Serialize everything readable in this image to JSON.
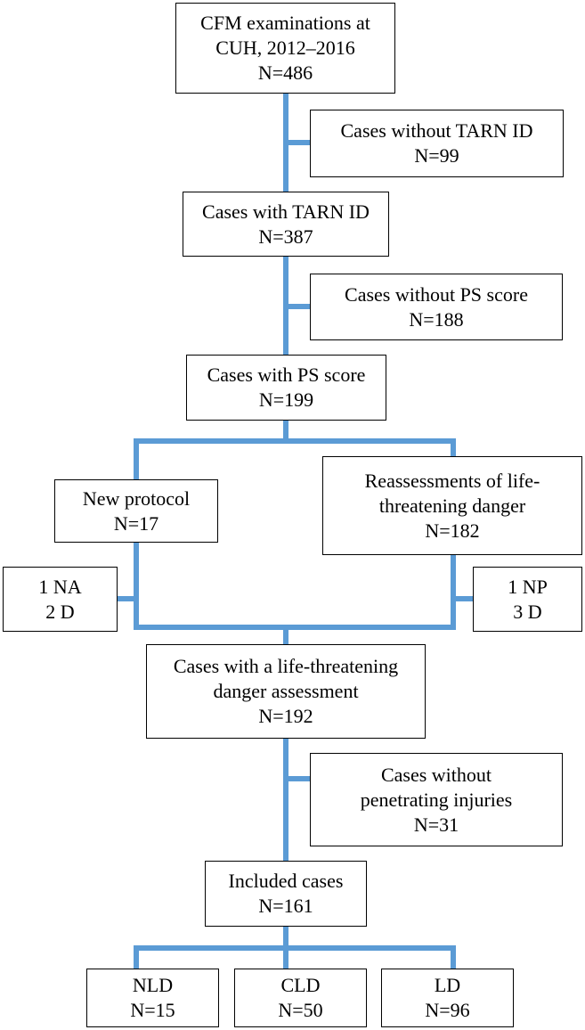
{
  "colors": {
    "connector": "#5b9bd5",
    "border": "#000000",
    "text": "#000000"
  },
  "boxes": {
    "cfm": {
      "lines": [
        "CFM examinations at",
        "CUH, 2012–2016",
        "N=486"
      ]
    },
    "no_tarn": {
      "lines": [
        "Cases without TARN ID",
        "N=99"
      ]
    },
    "tarn": {
      "lines": [
        "Cases with TARN ID",
        "N=387"
      ]
    },
    "no_ps": {
      "lines": [
        "Cases without PS score",
        "N=188"
      ]
    },
    "ps": {
      "lines": [
        "Cases with PS score",
        "N=199"
      ]
    },
    "new_protocol": {
      "lines": [
        "New protocol",
        "N=17"
      ]
    },
    "reassess": {
      "lines": [
        "Reassessments of life-",
        "threatening danger",
        "N=182"
      ]
    },
    "left_excl": {
      "lines": [
        "1 NA",
        "2 D"
      ]
    },
    "right_excl": {
      "lines": [
        "1 NP",
        "3 D"
      ]
    },
    "ltd": {
      "lines": [
        "Cases with a life-threatening",
        "danger assessment",
        "N=192"
      ]
    },
    "no_pen": {
      "lines": [
        "Cases without",
        "penetrating injuries",
        "N=31"
      ]
    },
    "included": {
      "lines": [
        "Included cases",
        "N=161"
      ]
    },
    "nld": {
      "lines": [
        "NLD",
        "N=15"
      ]
    },
    "cld": {
      "lines": [
        "CLD",
        "N=50"
      ]
    },
    "ld": {
      "lines": [
        "LD",
        "N=96"
      ]
    }
  }
}
